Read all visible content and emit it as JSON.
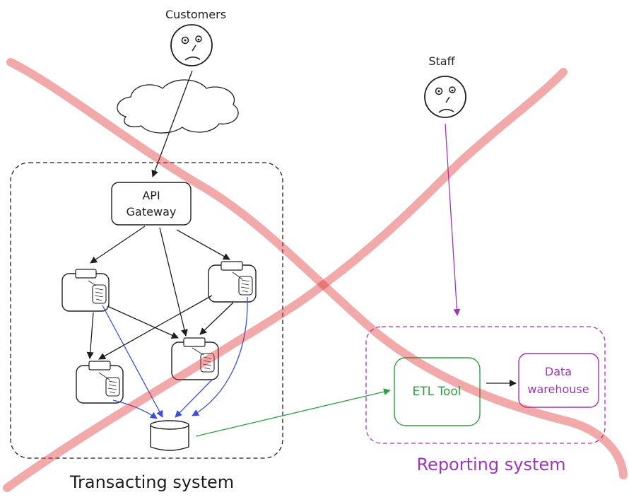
{
  "actors": {
    "customers": "Customers",
    "staff": "Staff"
  },
  "transacting": {
    "title": "Transacting system",
    "gateway_line1": "API",
    "gateway_line2": "Gateway"
  },
  "reporting": {
    "title": "Reporting system",
    "etl": "ETL Tool",
    "warehouse_line1": "Data",
    "warehouse_line2": "warehouse"
  },
  "colors": {
    "ink": "#1e1e1e",
    "cross": "#e03131",
    "blue": "#3b4fd8",
    "green": "#2f9e44",
    "purple": "#9c36b5"
  }
}
